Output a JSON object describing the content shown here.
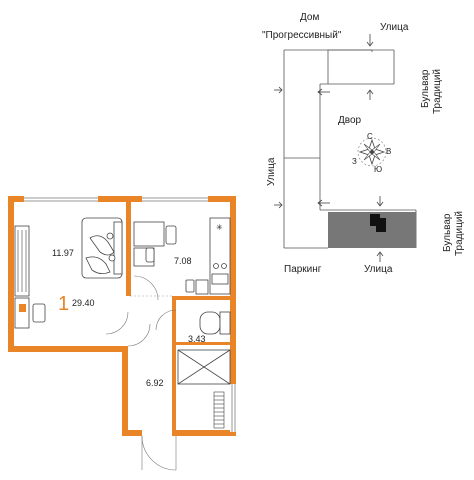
{
  "apartment": {
    "rooms_count": "1",
    "total_area": "29.40",
    "rooms": [
      {
        "area": "11.97"
      },
      {
        "area": "7.08"
      },
      {
        "area": "3.43"
      },
      {
        "area": "6.92"
      }
    ]
  },
  "site_plan": {
    "house_label_line1": "Дом",
    "house_label_line2": "\"Прогрессивный\"",
    "street_top": "Улица",
    "street_left": "Улица",
    "street_bottom": "Улица",
    "boulevard_1_line1": "Бульвар",
    "boulevard_1_line2": "Традиций",
    "boulevard_2_line1": "Бульвар",
    "boulevard_2_line2": "Традиций",
    "yard": "Двор",
    "parking": "Паркинг",
    "compass": {
      "n": "С",
      "s": "Ю",
      "w": "З",
      "e": "В"
    }
  },
  "colors": {
    "walls": "#e98427",
    "highlight": "#777777"
  }
}
